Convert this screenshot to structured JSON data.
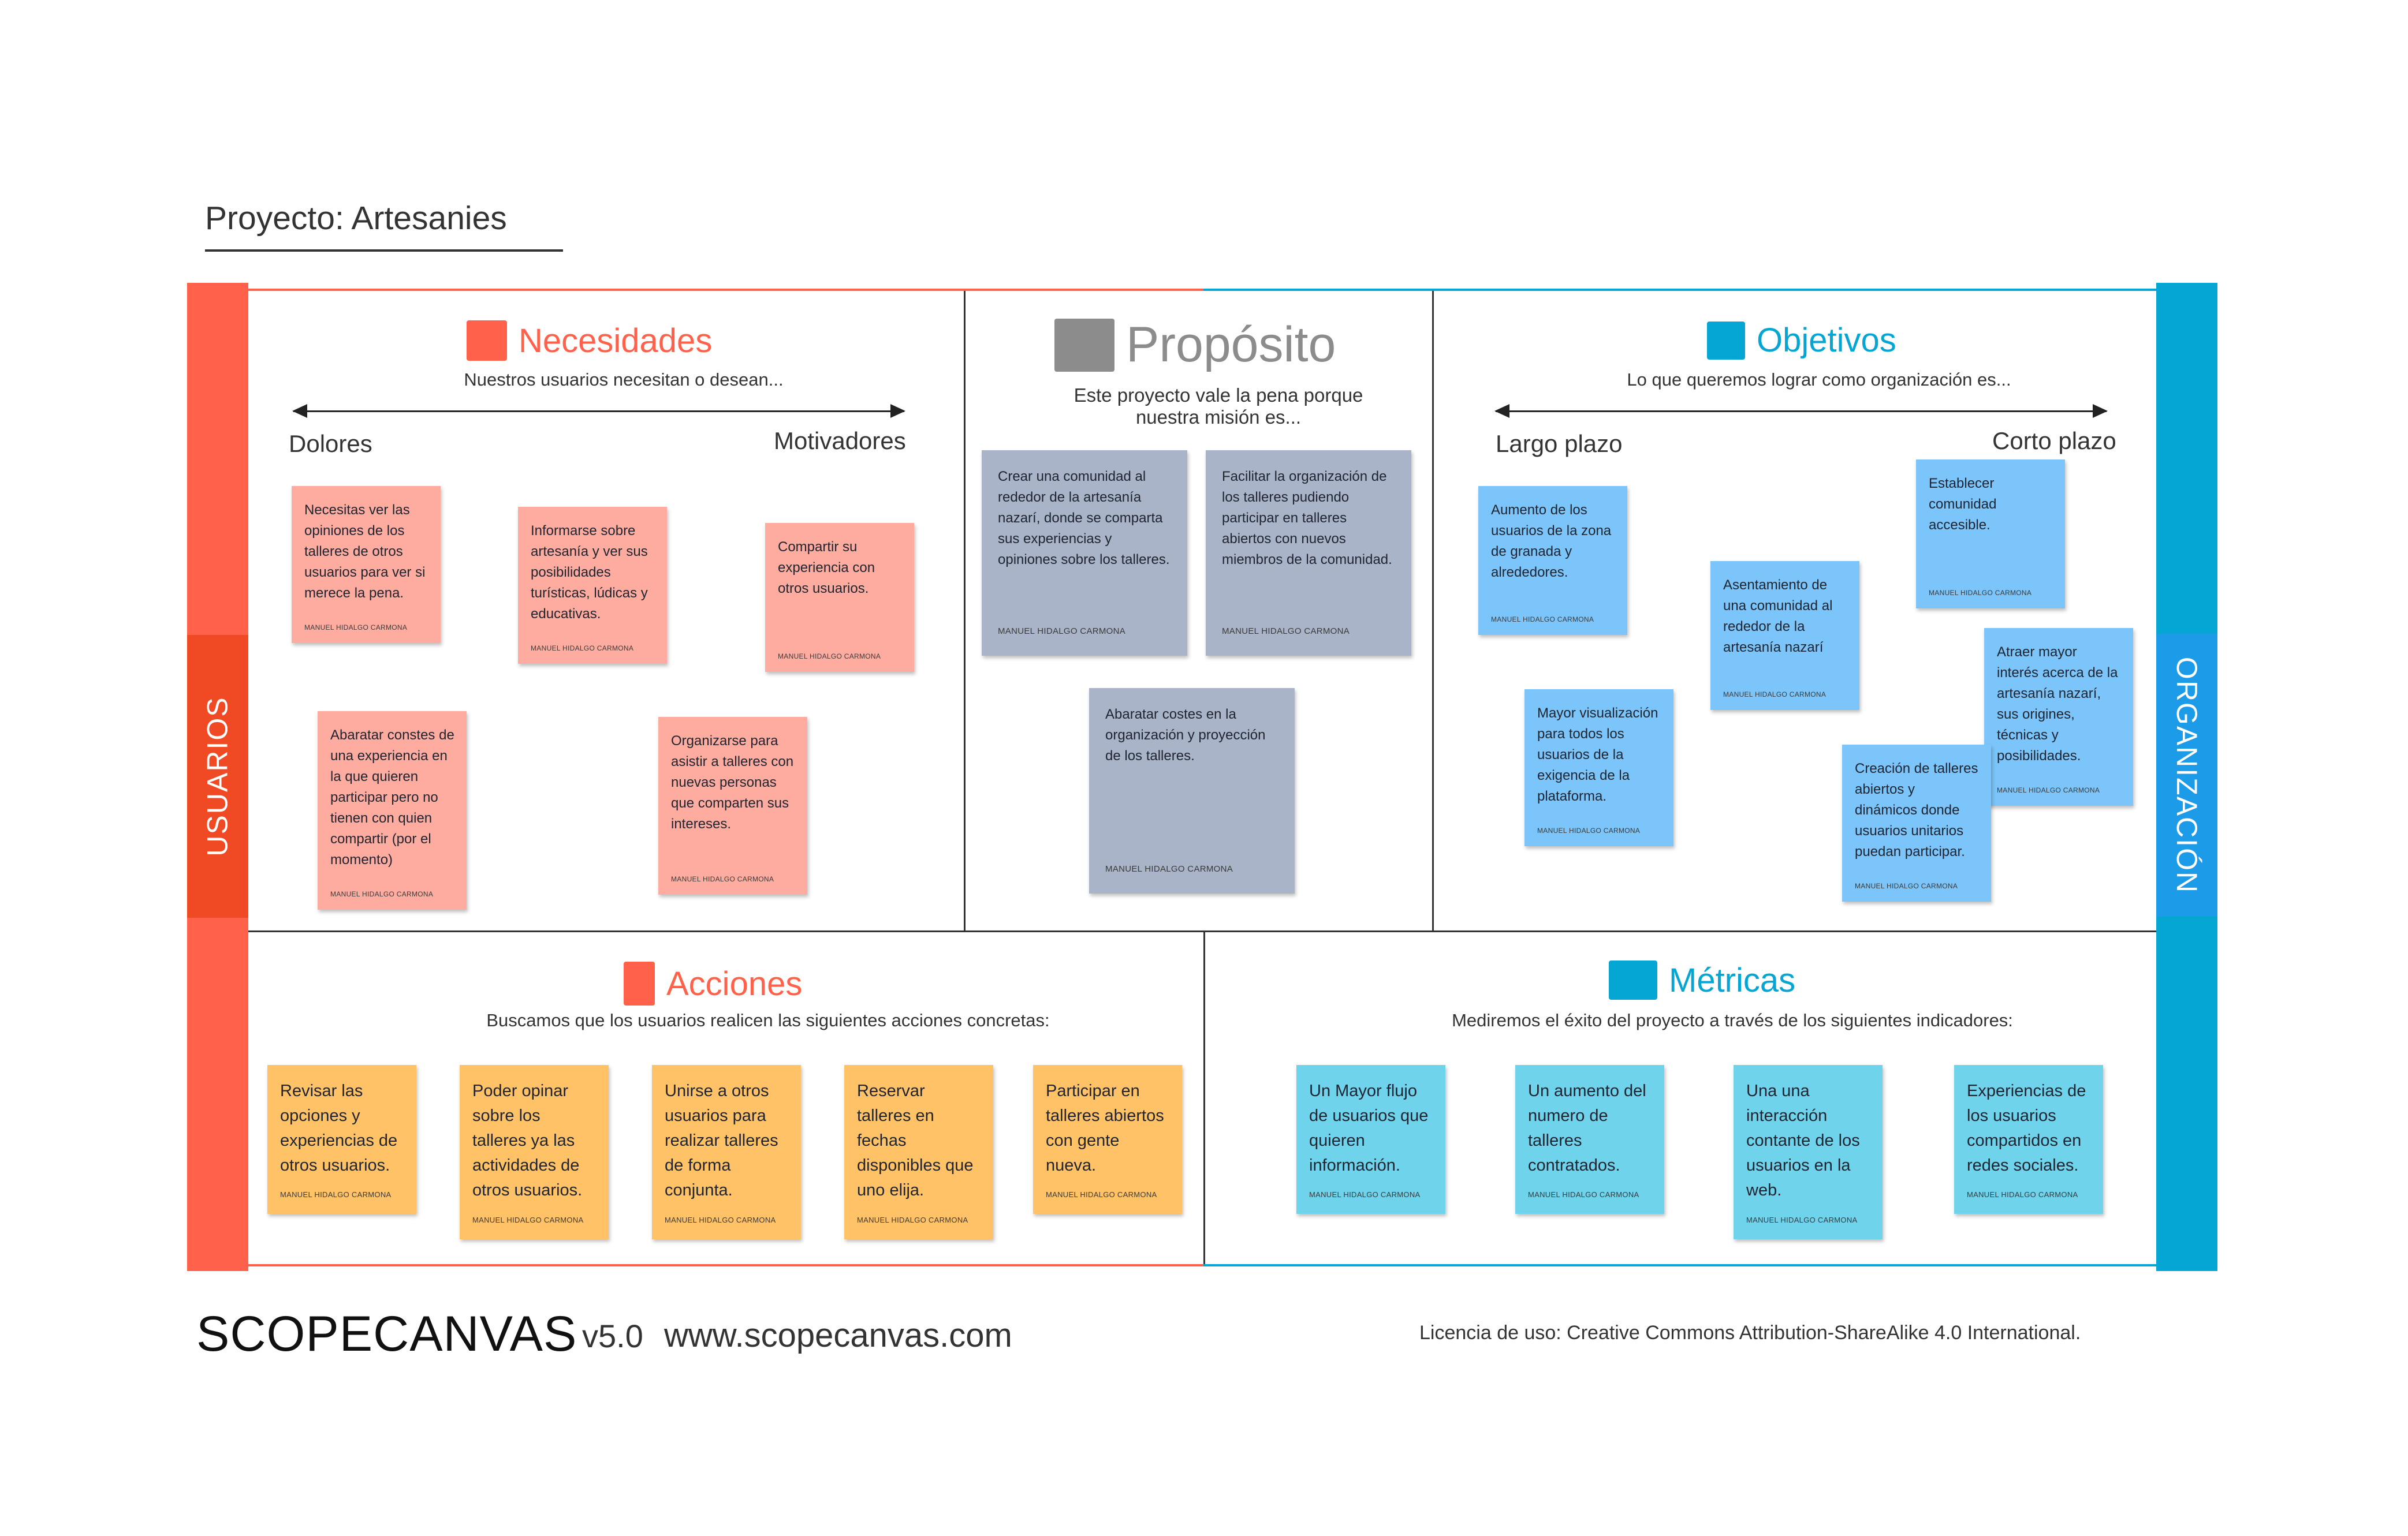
{
  "project": {
    "title": "Proyecto: Artesanies"
  },
  "sides": {
    "left": "USUARIOS",
    "right": "ORGANIZACIÓN"
  },
  "colors": {
    "red": "#ff614a",
    "blue": "#06a6d4",
    "grey": "#8c8c8c",
    "cyan": "#06a6d4"
  },
  "necesidades": {
    "title": "Necesidades",
    "subtitle": "Nuestros usuarios necesitan o desean...",
    "left_label": "Dolores",
    "right_label": "Motivadores",
    "notes": [
      {
        "text": "Necesitas ver las opiniones de los talleres de otros usuarios para ver si merece la pena.",
        "author": "MANUEL HIDALGO CARMONA"
      },
      {
        "text": "Informarse sobre artesanía y ver sus posibilidades turísticas, lúdicas y educativas.",
        "author": "MANUEL HIDALGO CARMONA"
      },
      {
        "text": "Compartir su experiencia con otros usuarios.",
        "author": "MANUEL HIDALGO CARMONA"
      },
      {
        "text": "Abaratar constes de una experiencia en la que quieren participar pero no tienen con quien compartir (por el momento)",
        "author": "MANUEL HIDALGO CARMONA"
      },
      {
        "text": "Organizarse para asistir a talleres con nuevas personas que comparten sus intereses.",
        "author": "MANUEL HIDALGO CARMONA"
      }
    ]
  },
  "proposito": {
    "title": "Propósito",
    "subtitle": "Este proyecto vale la pena porque nuestra misión es...",
    "notes": [
      {
        "text": "Crear una comunidad al rededor de la artesanía nazarí, donde se comparta sus experiencias y opiniones sobre los talleres.",
        "author": "MANUEL HIDALGO CARMONA"
      },
      {
        "text": "Facilitar la organización de los talleres pudiendo participar en talleres abiertos con nuevos miembros de la comunidad.",
        "author": "MANUEL HIDALGO CARMONA"
      },
      {
        "text": "Abaratar costes en la organización y proyección de los talleres.",
        "author": "MANUEL HIDALGO CARMONA"
      }
    ]
  },
  "objetivos": {
    "title": "Objetivos",
    "subtitle": "Lo que queremos lograr como organización es...",
    "left_label": "Largo plazo",
    "right_label": "Corto plazo",
    "notes": [
      {
        "text": "Aumento de los usuarios de la zona de granada y alrededores.",
        "author": "MANUEL HIDALGO CARMONA"
      },
      {
        "text": "Asentamiento de una comunidad al rededor de la artesanía nazarí",
        "author": "MANUEL HIDALGO CARMONA"
      },
      {
        "text": "Establecer comunidad accesible.",
        "author": "MANUEL HIDALGO CARMONA"
      },
      {
        "text": "Atraer mayor interés acerca de la artesanía nazarí, sus origines, técnicas y posibilidades.",
        "author": "MANUEL HIDALGO CARMONA"
      },
      {
        "text": "Mayor visualización para todos los usuarios de la exigencia de la plataforma.",
        "author": "MANUEL HIDALGO CARMONA"
      },
      {
        "text": "Creación de talleres abiertos y dinámicos donde usuarios unitarios puedan participar.",
        "author": "MANUEL HIDALGO CARMONA"
      }
    ]
  },
  "acciones": {
    "title": "Acciones",
    "subtitle": "Buscamos que los usuarios realicen las siguientes acciones concretas:",
    "notes": [
      {
        "text": "Revisar las opciones y experiencias de otros usuarios.",
        "author": "MANUEL HIDALGO CARMONA"
      },
      {
        "text": "Poder opinar sobre los talleres ya las actividades de otros usuarios.",
        "author": "MANUEL HIDALGO CARMONA"
      },
      {
        "text": "Unirse a otros usuarios para realizar talleres de forma conjunta.",
        "author": "MANUEL HIDALGO CARMONA"
      },
      {
        "text": "Reservar talleres en fechas disponibles que uno elija.",
        "author": "MANUEL HIDALGO CARMONA"
      },
      {
        "text": "Participar en talleres abiertos con gente nueva.",
        "author": "MANUEL HIDALGO CARMONA"
      }
    ]
  },
  "metricas": {
    "title": "Métricas",
    "subtitle": "Mediremos el éxito del proyecto a través de los siguientes indicadores:",
    "notes": [
      {
        "text": "Un Mayor flujo de usuarios que quieren información.",
        "author": "MANUEL HIDALGO CARMONA"
      },
      {
        "text": "Un aumento del numero de talleres contratados.",
        "author": "MANUEL HIDALGO CARMONA"
      },
      {
        "text": "Una una interacción contante de los usuarios en la web.",
        "author": "MANUEL HIDALGO CARMONA"
      },
      {
        "text": "Experiencias de los usuarios compartidos en redes sociales.",
        "author": "MANUEL HIDALGO CARMONA"
      }
    ]
  },
  "footer": {
    "brand": "SCOPECANVAS",
    "version": "v5.0",
    "site": "www.scopecanvas.com",
    "license": "Licencia de uso: Creative Commons Attribution-ShareAlike 4.0 International."
  }
}
